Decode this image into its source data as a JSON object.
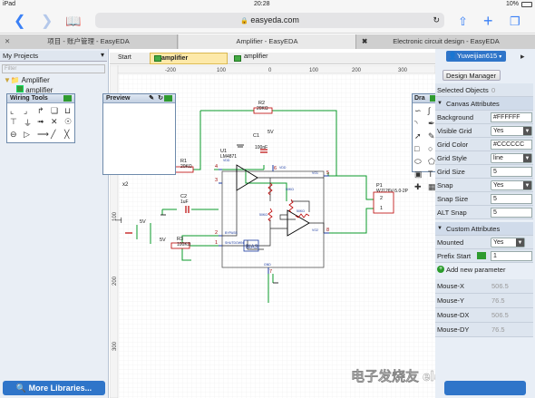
{
  "status": {
    "device": "iPad",
    "time": "20:28",
    "battery": "10%"
  },
  "browser": {
    "url": "easyeda.com"
  },
  "tabs": [
    {
      "label": "项目 - 账户管理 - EasyEDA"
    },
    {
      "label": "Amplifier - EasyEDA"
    },
    {
      "label": "Electronic circuit design - EasyEDA"
    }
  ],
  "left": {
    "header": "My Projects",
    "filter_placeholder": "Filter",
    "tree": [
      "Amplifier",
      "amplifier"
    ],
    "more_libraries": "More Libraries..."
  },
  "wiring_tools": {
    "title": "Wiring Tools"
  },
  "preview": {
    "title": "Preview"
  },
  "drawing_tools": {
    "title": "Dra"
  },
  "canvas": {
    "tabs": [
      "Start",
      "amplifier",
      "amplifier"
    ],
    "ruler_x": [
      "-200",
      "100",
      "0",
      "100",
      "200",
      "300"
    ],
    "ruler_y": [
      "100",
      "200",
      "300"
    ],
    "labels": {
      "r2": "R2",
      "r2v": "20KΩ",
      "c1": "C1",
      "c1v": "100nF",
      "r1": "R1",
      "r1v": "20KΩ",
      "u1": "U1",
      "u1v": "LM4871",
      "c2": "C2",
      "c2v": "1uF",
      "r3": "R3",
      "r3v": "100KΩ",
      "bias": "BIAS",
      "p1": "P1",
      "p1v": "WJ126V-5.0-2P",
      "pin2": "2",
      "pin1": "1",
      "v5a": "5V",
      "v5b": "5V",
      "v5c": "5V",
      "x2": "x2",
      "n4": "4",
      "n3": "3",
      "n2": "2",
      "n1": "1",
      "n5": "5",
      "n8": "8",
      "n6": "6",
      "n7": "7",
      "vdd_a": "VDD",
      "vdd_b": "VDD",
      "vo1": "VO1",
      "vo2": "VO2",
      "bypass": "BYPASS",
      "shutdown": "SHUTDOWN",
      "gnd": "GND",
      "r50ka": "50KΩ",
      "r50kb": "50KΩ",
      "r50kc": "50KΩ"
    }
  },
  "right": {
    "user": "Yuweijian615",
    "design_manager": "Design Manager",
    "selected_objects": "Selected Objects",
    "selected_count": "0",
    "canvas_attributes": "Canvas Attributes",
    "attrs": [
      {
        "label": "Background",
        "value": "#FFFFFF",
        "type": "input"
      },
      {
        "label": "Visible Grid",
        "value": "Yes",
        "type": "select"
      },
      {
        "label": "Grid Color",
        "value": "#CCCCCC",
        "type": "input"
      },
      {
        "label": "Grid Style",
        "value": "line",
        "type": "select"
      },
      {
        "label": "Grid Size",
        "value": "5",
        "type": "input"
      },
      {
        "label": "Snap",
        "value": "Yes",
        "type": "select"
      },
      {
        "label": "Snap Size",
        "value": "5",
        "type": "input"
      },
      {
        "label": "ALT Snap",
        "value": "5",
        "type": "input"
      }
    ],
    "custom_attributes": "Custom Attributes",
    "mounted_label": "Mounted",
    "mounted_value": "Yes",
    "prefix_label": "Prefix Start",
    "prefix_value": "1",
    "add_param": "Add new parameter",
    "mouse": [
      {
        "label": "Mouse-X",
        "value": "506.5"
      },
      {
        "label": "Mouse-Y",
        "value": "76.5"
      },
      {
        "label": "Mouse-DX",
        "value": "506.5"
      },
      {
        "label": "Mouse-DY",
        "value": "76.5"
      }
    ]
  },
  "watermark": "电子发烧友 elecfans.com"
}
